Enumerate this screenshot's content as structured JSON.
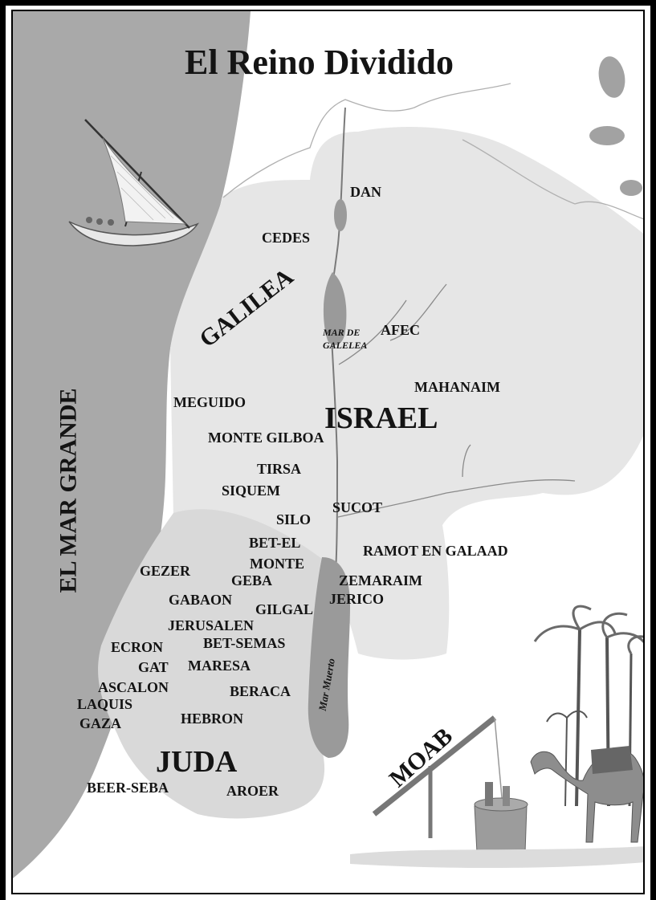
{
  "title": "El Reino Dividido",
  "regions": {
    "israel": "ISRAEL",
    "juda": "JUDA",
    "galilea": "GALILEA",
    "moab": "MOAB",
    "mar_grande": "EL MAR GRANDE"
  },
  "water_labels": {
    "mar_de_galilea_1": "MAR DE",
    "mar_de_galilea_2": "GALELEA",
    "mar_muerto": "Mar Muerto"
  },
  "places": {
    "dan": "DAN",
    "cedes": "CEDES",
    "afec": "AFEC",
    "mahanaim": "MAHANAIM",
    "meguido": "MEGUIDO",
    "monte_gilboa": "MONTE GILBOA",
    "tirsa": "TIRSA",
    "siquem": "SIQUEM",
    "silo": "SILO",
    "sucot": "SUCOT",
    "bet_el": "BET-EL",
    "monte": "MONTE",
    "geba": "GEBA",
    "gezer": "GEZER",
    "ramot": "RAMOT EN GALAAD",
    "zemaraim": "ZEMARAIM",
    "jerico": "JERICO",
    "gabaon": "GABAON",
    "gilgal": "GILGAL",
    "jerusalen": "JERUSALEN",
    "ecron": "ECRON",
    "bet_semas": "BET-SEMAS",
    "gat": "GAT",
    "maresa": "MARESA",
    "ascalon": "ASCALON",
    "beraca": "BERACA",
    "laquis": "LAQUIS",
    "gaza": "GAZA",
    "hebron": "HEBRON",
    "beer_seba": "BEER-SEBA",
    "aroer": "AROER"
  },
  "colors": {
    "sea": "#a9a9a9",
    "israel_land": "#e6e6e6",
    "juda_land": "#d9d9d9",
    "lake": "#9a9a9a",
    "text": "#141414"
  }
}
